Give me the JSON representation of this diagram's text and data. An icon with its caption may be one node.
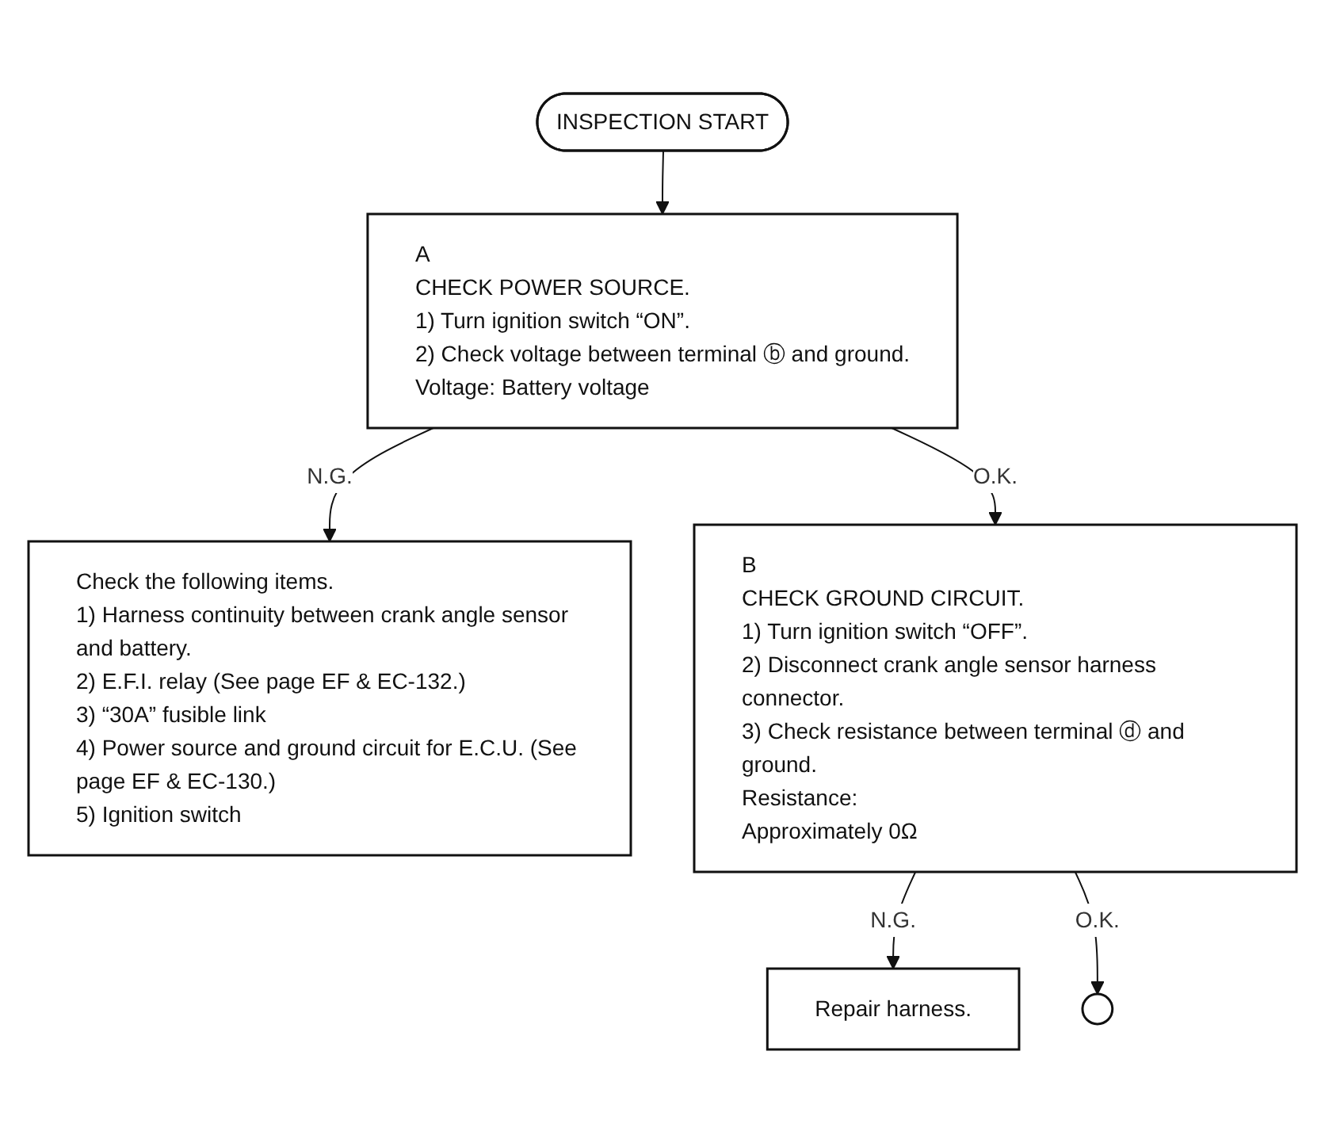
{
  "diagram": {
    "nodes": [
      {
        "text": [
          "INSPECTION START"
        ]
      },
      {
        "text": [
          "A",
          "CHECK POWER SOURCE.",
          "1) Turn ignition switch “ON”.",
          "2) Check voltage between terminal ⓑ and ground.",
          "Voltage: Battery voltage"
        ]
      },
      {
        "text": [
          "Check the following items.",
          "1) Harness continuity between crank angle sensor and battery.",
          "2) E.F.I. relay (See page EF & EC-132.)",
          "3) “30A” fusible link",
          "4) Power source and ground circuit for E.C.U. (See page EF & EC-130.)",
          "5) Ignition switch"
        ]
      },
      {
        "text": [
          "B",
          "CHECK GROUND CIRCUIT.",
          "1) Turn ignition switch “OFF”.",
          "2) Disconnect crank angle sensor harness connector.",
          "3) Check resistance between terminal ⓓ and ground.",
          "Resistance:",
          "Approximately 0Ω"
        ]
      },
      {
        "text": [
          "Repair harness."
        ]
      },
      {
        "text": [],
        "shape": "circle"
      }
    ],
    "edges": [
      {
        "from": 0,
        "to": 1,
        "arrow": "to"
      },
      {
        "from": 1,
        "to": 2,
        "arrow": "to",
        "label": "N.G."
      },
      {
        "from": 1,
        "to": 3,
        "arrow": "to",
        "label": "O.K."
      },
      {
        "from": 3,
        "to": 4,
        "arrow": "to",
        "label": "N.G."
      },
      {
        "from": 3,
        "to": 5,
        "arrow": "to",
        "label": "O.K."
      }
    ]
  }
}
